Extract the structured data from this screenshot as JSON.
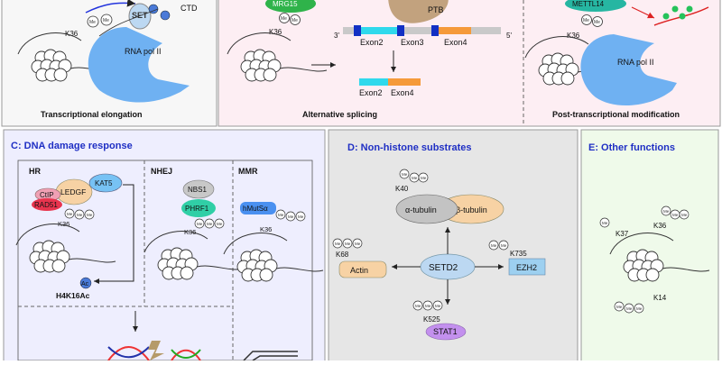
{
  "top": {
    "panel1": {
      "labels": {
        "set": "SET",
        "ctd": "CTD",
        "k36": "K36",
        "rnapol": "RNA pol II",
        "me": "Me"
      },
      "caption": "Transcriptional elongation"
    },
    "panel2": {
      "labels": {
        "mrg": "MRG15",
        "ptb": "PTB",
        "k36": "K36",
        "me": "Me",
        "three": "3'",
        "five": "5'",
        "exon2": "Exon2",
        "exon3": "Exon3",
        "exon4": "Exon4",
        "res_exon2": "Exon2",
        "res_exon4": "Exon4"
      },
      "caption": "Alternative splicing"
    },
    "panel3": {
      "labels": {
        "mettl": "METTL14",
        "k36": "K36",
        "rnapol": "RNA pol II",
        "me": "Me"
      },
      "caption": "Post-transcriptional modification"
    }
  },
  "panelC": {
    "title": "C: DNA damage response",
    "hr": {
      "title": "HR",
      "ledgf": "LEDGF",
      "kat5": "KAT5",
      "ctip": "CtIP",
      "rad51": "RAD51",
      "k36": "K36",
      "ac": "Ac",
      "h4": "H4K16Ac"
    },
    "nhej": {
      "title": "NHEJ",
      "nbs1": "NBS1",
      "phrf1": "PHRF1",
      "k36": "K36"
    },
    "mmr": {
      "title": "MMR",
      "hmuts": "hMutSα",
      "k36": "K36"
    },
    "me": "Me"
  },
  "panelD": {
    "title": "D: Non-histone substrates",
    "center": "SETD2",
    "alpha": "α-tubulin",
    "beta": "β-tubulin",
    "k40": "K40",
    "actin": "Actin",
    "k68": "K68",
    "ezh2": "EZH2",
    "k735": "K735",
    "stat1": "STAT1",
    "k525": "K525",
    "me": "Me"
  },
  "panelE": {
    "title": "E: Other functions",
    "k37": "K37",
    "k36": "K36",
    "k14": "K14",
    "me": "Me"
  },
  "colors": {
    "title_blue": "#1f2fc4",
    "pol_blue": "#6fb1f2",
    "ptb_brown": "#c2a27e",
    "setd2_blue": "#bcd8f2",
    "stat1_purple": "#c390ee",
    "actin_peach": "#f7d2a4",
    "ezh2_blue": "#9dd0f0",
    "kat5_blue": "#77c2f4",
    "phrf1_green": "#30cfa6",
    "rad51_red": "#e8344e"
  }
}
